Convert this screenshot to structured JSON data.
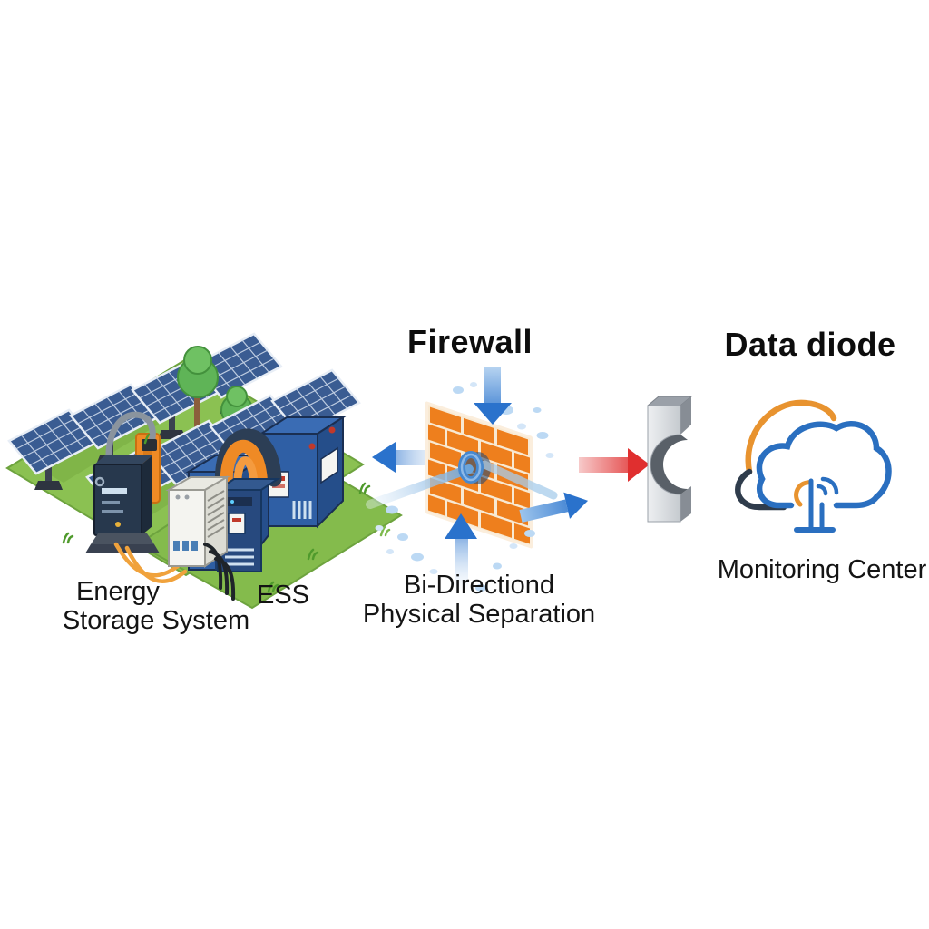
{
  "titles": {
    "firewall": "Firewall",
    "data_diode": "Data diode"
  },
  "labels": {
    "energy_line1": "Energy",
    "energy_line2": "Storage System",
    "ess": "ESS",
    "bidirectional_line1": "Bi-Directiond",
    "bidirectional_line2": "Physical Separation",
    "monitoring_center": "Monitoring Center"
  },
  "icons": [
    "solar-panel-array-icon",
    "tree-icon",
    "inverter-cabinet-icon",
    "control-cabinet-icon",
    "battery-container-icon",
    "brick-wall-icon",
    "down-arrow-icon",
    "up-arrow-icon",
    "left-arrow-icon",
    "outbound-arrow-icon",
    "red-right-arrow-icon",
    "pipe-icon",
    "data-diode-block-icon",
    "cloud-icon",
    "antenna-icon"
  ],
  "colors": {
    "brick_orange": "#ee7f1d",
    "arrow_blue": "#2a72cc",
    "arrow_red": "#e02f2f",
    "grass_green": "#8bc152",
    "panel_blue": "#3a5c92",
    "container_blue": "#2f5fa5",
    "accent_orange": "#ef8a25",
    "cloud_blue": "#2a6fc0",
    "cloud_orange": "#e8932f",
    "cloud_navy": "#2f3c4c",
    "diode_gray": "#c9cdd2"
  }
}
